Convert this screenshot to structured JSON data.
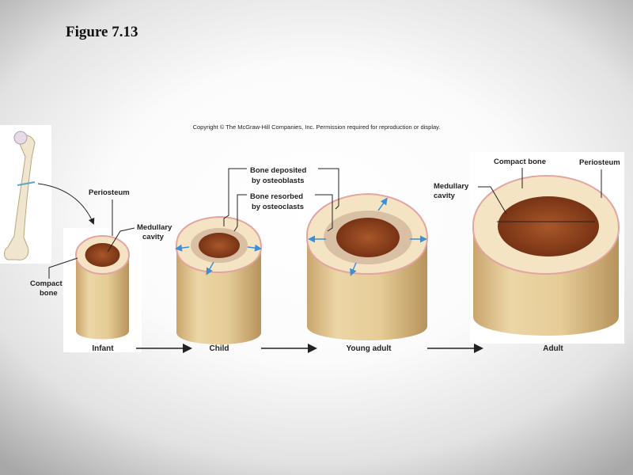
{
  "figure_title": "Figure 7.13",
  "copyright": "Copyright © The McGraw-Hill Companies, Inc. Permission required for reproduction or display.",
  "labels": {
    "periosteum_infant": "Periosteum",
    "medullary_infant_1": "Medullary",
    "medullary_infant_2": "cavity",
    "compact_infant_1": "Compact",
    "compact_infant_2": "bone",
    "deposited_1": "Bone deposited",
    "deposited_2": "by osteoblasts",
    "resorbed_1": "Bone resorbed",
    "resorbed_2": "by osteoclasts",
    "compact_adult": "Compact bone",
    "periosteum_adult": "Periosteum",
    "medullary_adult_1": "Medullary",
    "medullary_adult_2": "cavity"
  },
  "stages": [
    "Infant",
    "Child",
    "Young adult",
    "Adult"
  ],
  "colors": {
    "bone_shaft": "#e8cf9c",
    "bone_top": "#f5e6c4",
    "marrow": "#9a4a1e",
    "periosteum": "#e3a3a0",
    "arrow_blue": "#3c8fd6"
  }
}
